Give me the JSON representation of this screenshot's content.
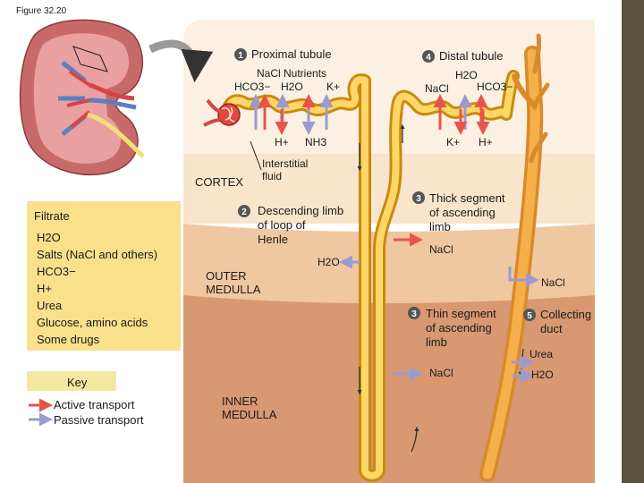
{
  "figure": "Figure 32.20",
  "regions": {
    "cortex": "CORTEX",
    "outer": [
      "OUTER",
      "MEDULLA"
    ],
    "inner": [
      "INNER",
      "MEDULLA"
    ]
  },
  "interstitial": [
    "Interstitial",
    "fluid"
  ],
  "filtrate": {
    "title": "Filtrate",
    "items": [
      "H2O",
      "Salts (NaCl and others)",
      "HCO3−",
      "H+",
      "Urea",
      "Glucose, amino acids",
      "Some drugs"
    ]
  },
  "key": {
    "title": "Key",
    "active": "Active transport",
    "passive": "Passive transport",
    "active_color": "#e8534a",
    "passive_color": "#9b9bd0"
  },
  "steps": {
    "s1": {
      "num": "1",
      "label": "Proximal tubule"
    },
    "s2": {
      "num": "2",
      "label": [
        "Descending limb",
        "of loop of",
        "Henle"
      ]
    },
    "s3a": {
      "num": "3",
      "label": [
        "Thick segment",
        "of ascending",
        "limb"
      ]
    },
    "s3b": {
      "num": "3",
      "label": [
        "Thin segment",
        "of ascending",
        "limb"
      ]
    },
    "s4": {
      "num": "4",
      "label": "Distal tubule"
    },
    "s5": {
      "num": "5",
      "label": [
        "Collecting",
        "duct"
      ]
    }
  },
  "substances": {
    "p_nacl_nutrients": "NaCl  Nutrients",
    "p_hco3": "HCO3−",
    "p_h2o": "H2O",
    "p_k": "K+",
    "p_h": "H+",
    "p_nh3": "NH3",
    "d_h2o": "H2O",
    "d_nacl": "NaCl",
    "d_hco3": "HCO3−",
    "d_k": "K+",
    "d_h": "H+",
    "desc_h2o": "H2O",
    "thick_nacl": "NaCl",
    "thin_nacl": "NaCl",
    "cd_nacl": "NaCl",
    "cd_urea": "Urea",
    "cd_h2o": "H2O"
  }
}
